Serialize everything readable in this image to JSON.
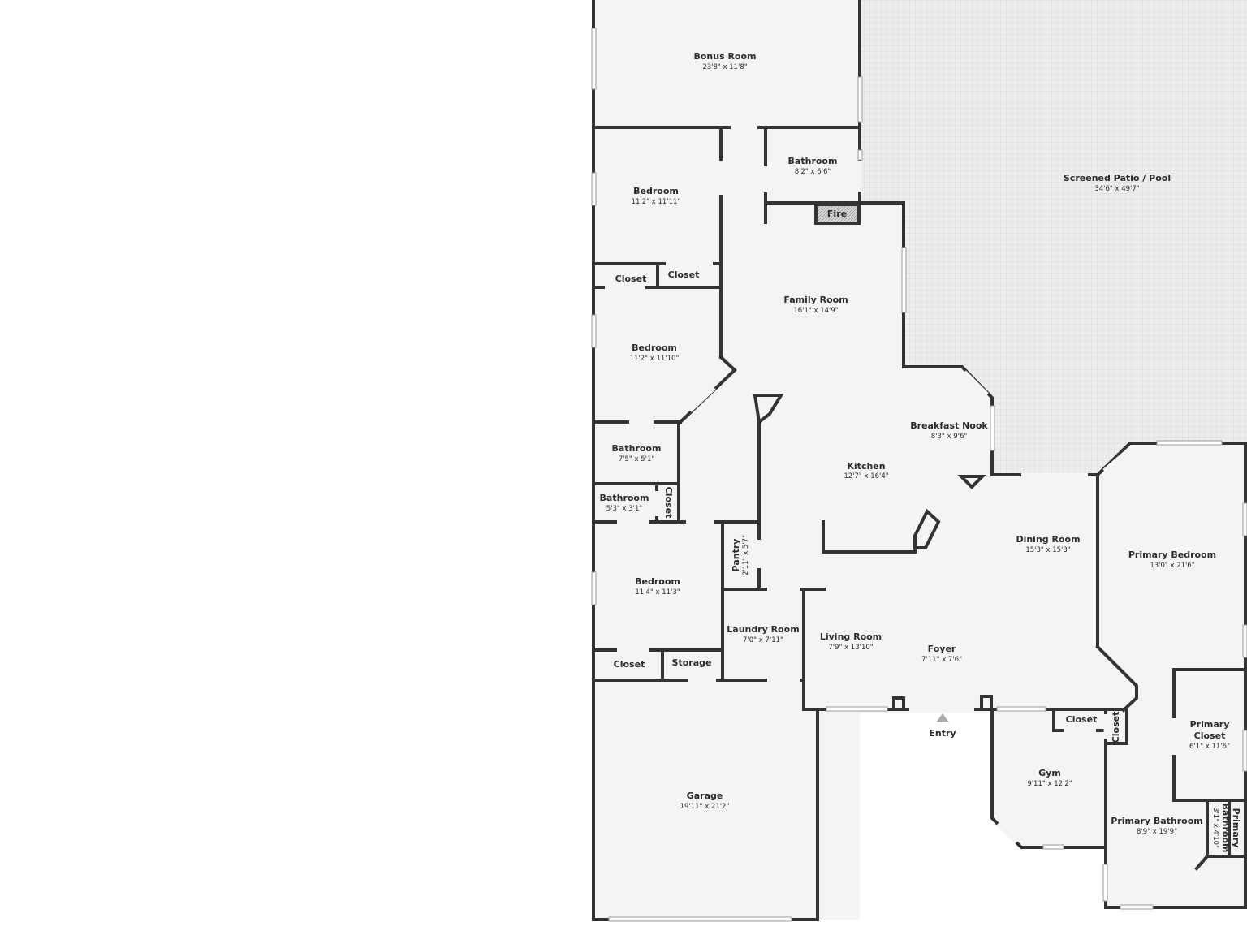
{
  "rooms": {
    "bonus_room": {
      "name": "Bonus Room",
      "dim": "23'8\" x 11'8\""
    },
    "bedroom_1": {
      "name": "Bedroom",
      "dim": "11'2\" x 11'11\""
    },
    "bathroom_upper": {
      "name": "Bathroom",
      "dim": "8'2\" x 6'6\""
    },
    "fire": {
      "name": "Fire"
    },
    "screened_patio": {
      "name": "Screened Patio / Pool",
      "dim": "34'6\" x 49'7\""
    },
    "closet_1": {
      "name": "Closet"
    },
    "closet_2": {
      "name": "Closet"
    },
    "family_room": {
      "name": "Family Room",
      "dim": "16'1\" x 14'9\""
    },
    "bedroom_2": {
      "name": "Bedroom",
      "dim": "11'2\" x 11'10\""
    },
    "breakfast_nook": {
      "name": "Breakfast Nook",
      "dim": "8'3\" x 9'6\""
    },
    "bathroom_mid": {
      "name": "Bathroom",
      "dim": "7'5\" x 5'1\""
    },
    "kitchen": {
      "name": "Kitchen",
      "dim": "12'7\" x 16'4\""
    },
    "bathroom_small": {
      "name": "Bathroom",
      "dim": "5'3\" x 3'1\""
    },
    "closet_3": {
      "name": "Closet"
    },
    "dining_room": {
      "name": "Dining Room",
      "dim": "15'3\" x 15'3\""
    },
    "primary_bedroom": {
      "name": "Primary Bedroom",
      "dim": "13'0\" x 21'6\""
    },
    "pantry": {
      "name": "Pantry",
      "dim": "2'11\" x 5'7\""
    },
    "bedroom_3": {
      "name": "Bedroom",
      "dim": "11'4\" x 11'3\""
    },
    "laundry_room": {
      "name": "Laundry Room",
      "dim": "7'0\" x 7'11\""
    },
    "living_room": {
      "name": "Living Room",
      "dim": "7'9\" x 13'10\""
    },
    "foyer": {
      "name": "Foyer",
      "dim": "7'11\" x 7'6\""
    },
    "closet_4": {
      "name": "Closet"
    },
    "storage": {
      "name": "Storage"
    },
    "closet_5": {
      "name": "Closet"
    },
    "closet_6": {
      "name": "Closet"
    },
    "entry": {
      "name": "Entry"
    },
    "primary_closet": {
      "name": "Primary Closet",
      "line1": "Primary",
      "line2": "Closet",
      "dim": "6'1\" x 11'6\""
    },
    "gym": {
      "name": "Gym",
      "dim": "9'11\" x 12'2\""
    },
    "garage": {
      "name": "Garage",
      "dim": "19'11\" x 21'2\""
    },
    "primary_bathroom": {
      "name": "Primary Bathroom",
      "dim": "8'9\" x 19'9\""
    },
    "primary_bathroom_small": {
      "line1": "Primary",
      "line2": "Bathroom",
      "dim": "3'1\" x 4'10\""
    }
  },
  "colors": {
    "wall": "#333333",
    "floor": "#f4f4f4",
    "patio": "#ececec",
    "background": "#ffffff",
    "entry_marker": "#aaaaaa"
  }
}
